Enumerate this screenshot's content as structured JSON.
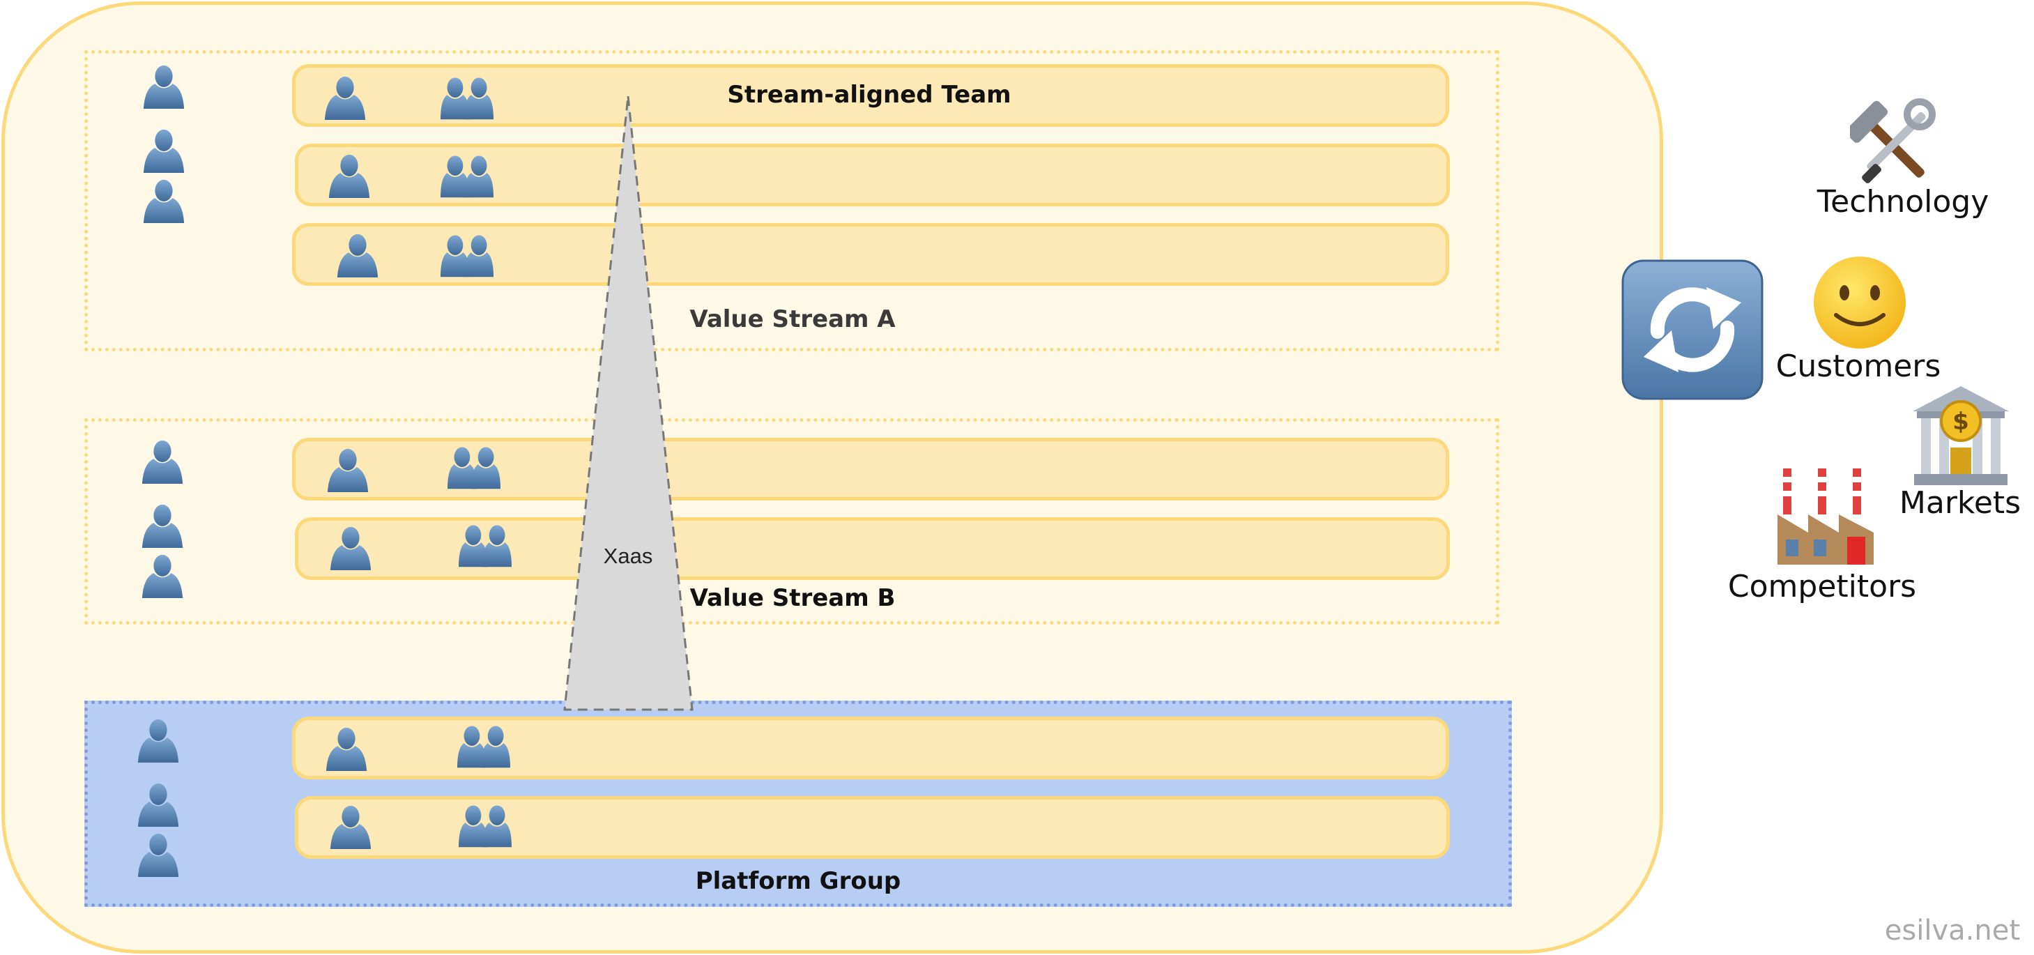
{
  "stream_aligned_team_label": "Stream-aligned Team",
  "value_stream_a_label": "Value Stream A",
  "value_stream_b_label": "Value Stream B",
  "platform_group_label": "Platform Group",
  "xaas_label": "Xaas",
  "external_forces": {
    "technology": "Technology",
    "customers": "Customers",
    "markets": "Markets",
    "competitors": "Competitors"
  },
  "watermark": "esilva.net",
  "colors": {
    "organization_fill": "#fef8e7",
    "organization_border": "#fbd97a",
    "team_fill": "#fde9b5",
    "platform_fill": "#b7cdf4",
    "platform_border": "#7d9ce0",
    "person": "#4e78a6",
    "xaas_fill": "#d9d9d9"
  },
  "icons": [
    "person-icon",
    "pair-icon",
    "sync-icon",
    "tools-icon",
    "smiley-icon",
    "bank-icon",
    "factory-icon"
  ]
}
